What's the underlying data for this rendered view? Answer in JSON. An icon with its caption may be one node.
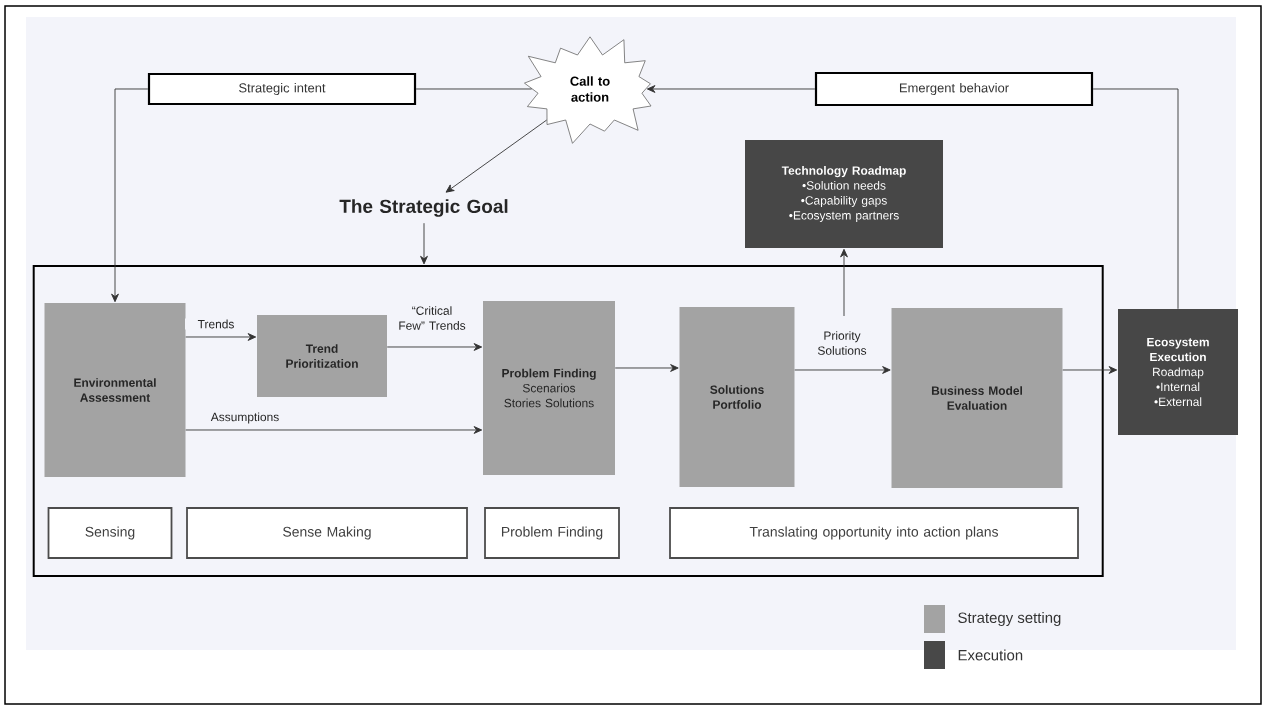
{
  "diagram": {
    "nodes": [
      {
        "text": [
          "Strategic intent"
        ]
      },
      {
        "text": [
          "Call to action"
        ]
      },
      {
        "text": [
          "Emergent behavior"
        ]
      },
      {
        "text": [
          "The Strategic Goal"
        ]
      },
      {
        "text": [
          "Technology Roadmap",
          "•Solution needs",
          "•Capability gaps",
          "•Ecosystem partners"
        ]
      },
      {
        "text": [],
        "shape": "box"
      },
      {
        "text": [
          "Environmental Assessment"
        ],
        "in": 5
      },
      {
        "text": [
          "Trend Prioritization"
        ],
        "in": 5
      },
      {
        "text": [
          "Problem Finding",
          "Scenarios Stories Solutions"
        ],
        "in": 5
      },
      {
        "text": [
          "Solutions Portfolio"
        ],
        "in": 5
      },
      {
        "text": [
          "Business Model Evaluation"
        ],
        "in": 5
      },
      {
        "text": [
          "Sensing"
        ],
        "in": 5
      },
      {
        "text": [
          "Sense Making"
        ],
        "in": 5
      },
      {
        "text": [
          "Problem Finding"
        ],
        "in": 5
      },
      {
        "text": [
          "Translating opportunity into action plans"
        ],
        "in": 5
      },
      {
        "text": [
          "Ecosystem Execution",
          "Roadmap",
          "•Internal",
          "•External"
        ]
      }
    ],
    "edges": [
      {
        "from": 1,
        "to": 0,
        "arrow": "none"
      },
      {
        "from": 0,
        "to": 6,
        "arrow": "to"
      },
      {
        "from": 1,
        "to": 3,
        "arrow": "to"
      },
      {
        "from": 3,
        "to": 5,
        "arrow": "to"
      },
      {
        "from": 15,
        "to": 2,
        "arrow": "none"
      },
      {
        "from": 2,
        "to": 1,
        "arrow": "to"
      },
      {
        "from": 6,
        "to": 7,
        "arrow": "to",
        "label": "Trends"
      },
      {
        "from": 7,
        "to": 8,
        "arrow": "to",
        "label": "“Critical Few” Trends"
      },
      {
        "from": 6,
        "to": 8,
        "arrow": "to",
        "label": "Assumptions"
      },
      {
        "from": 8,
        "to": 9,
        "arrow": "to"
      },
      {
        "from": 9,
        "to": 10,
        "arrow": "to",
        "label": "Priority Solutions"
      },
      {
        "from": null,
        "to": 4,
        "arrow": "to"
      },
      {
        "from": 10,
        "to": 15,
        "arrow": "to"
      }
    ],
    "legend": [
      {
        "text": "Strategy setting",
        "color": "#a3a3a3"
      },
      {
        "text": "Execution",
        "color": "#484848"
      }
    ]
  }
}
